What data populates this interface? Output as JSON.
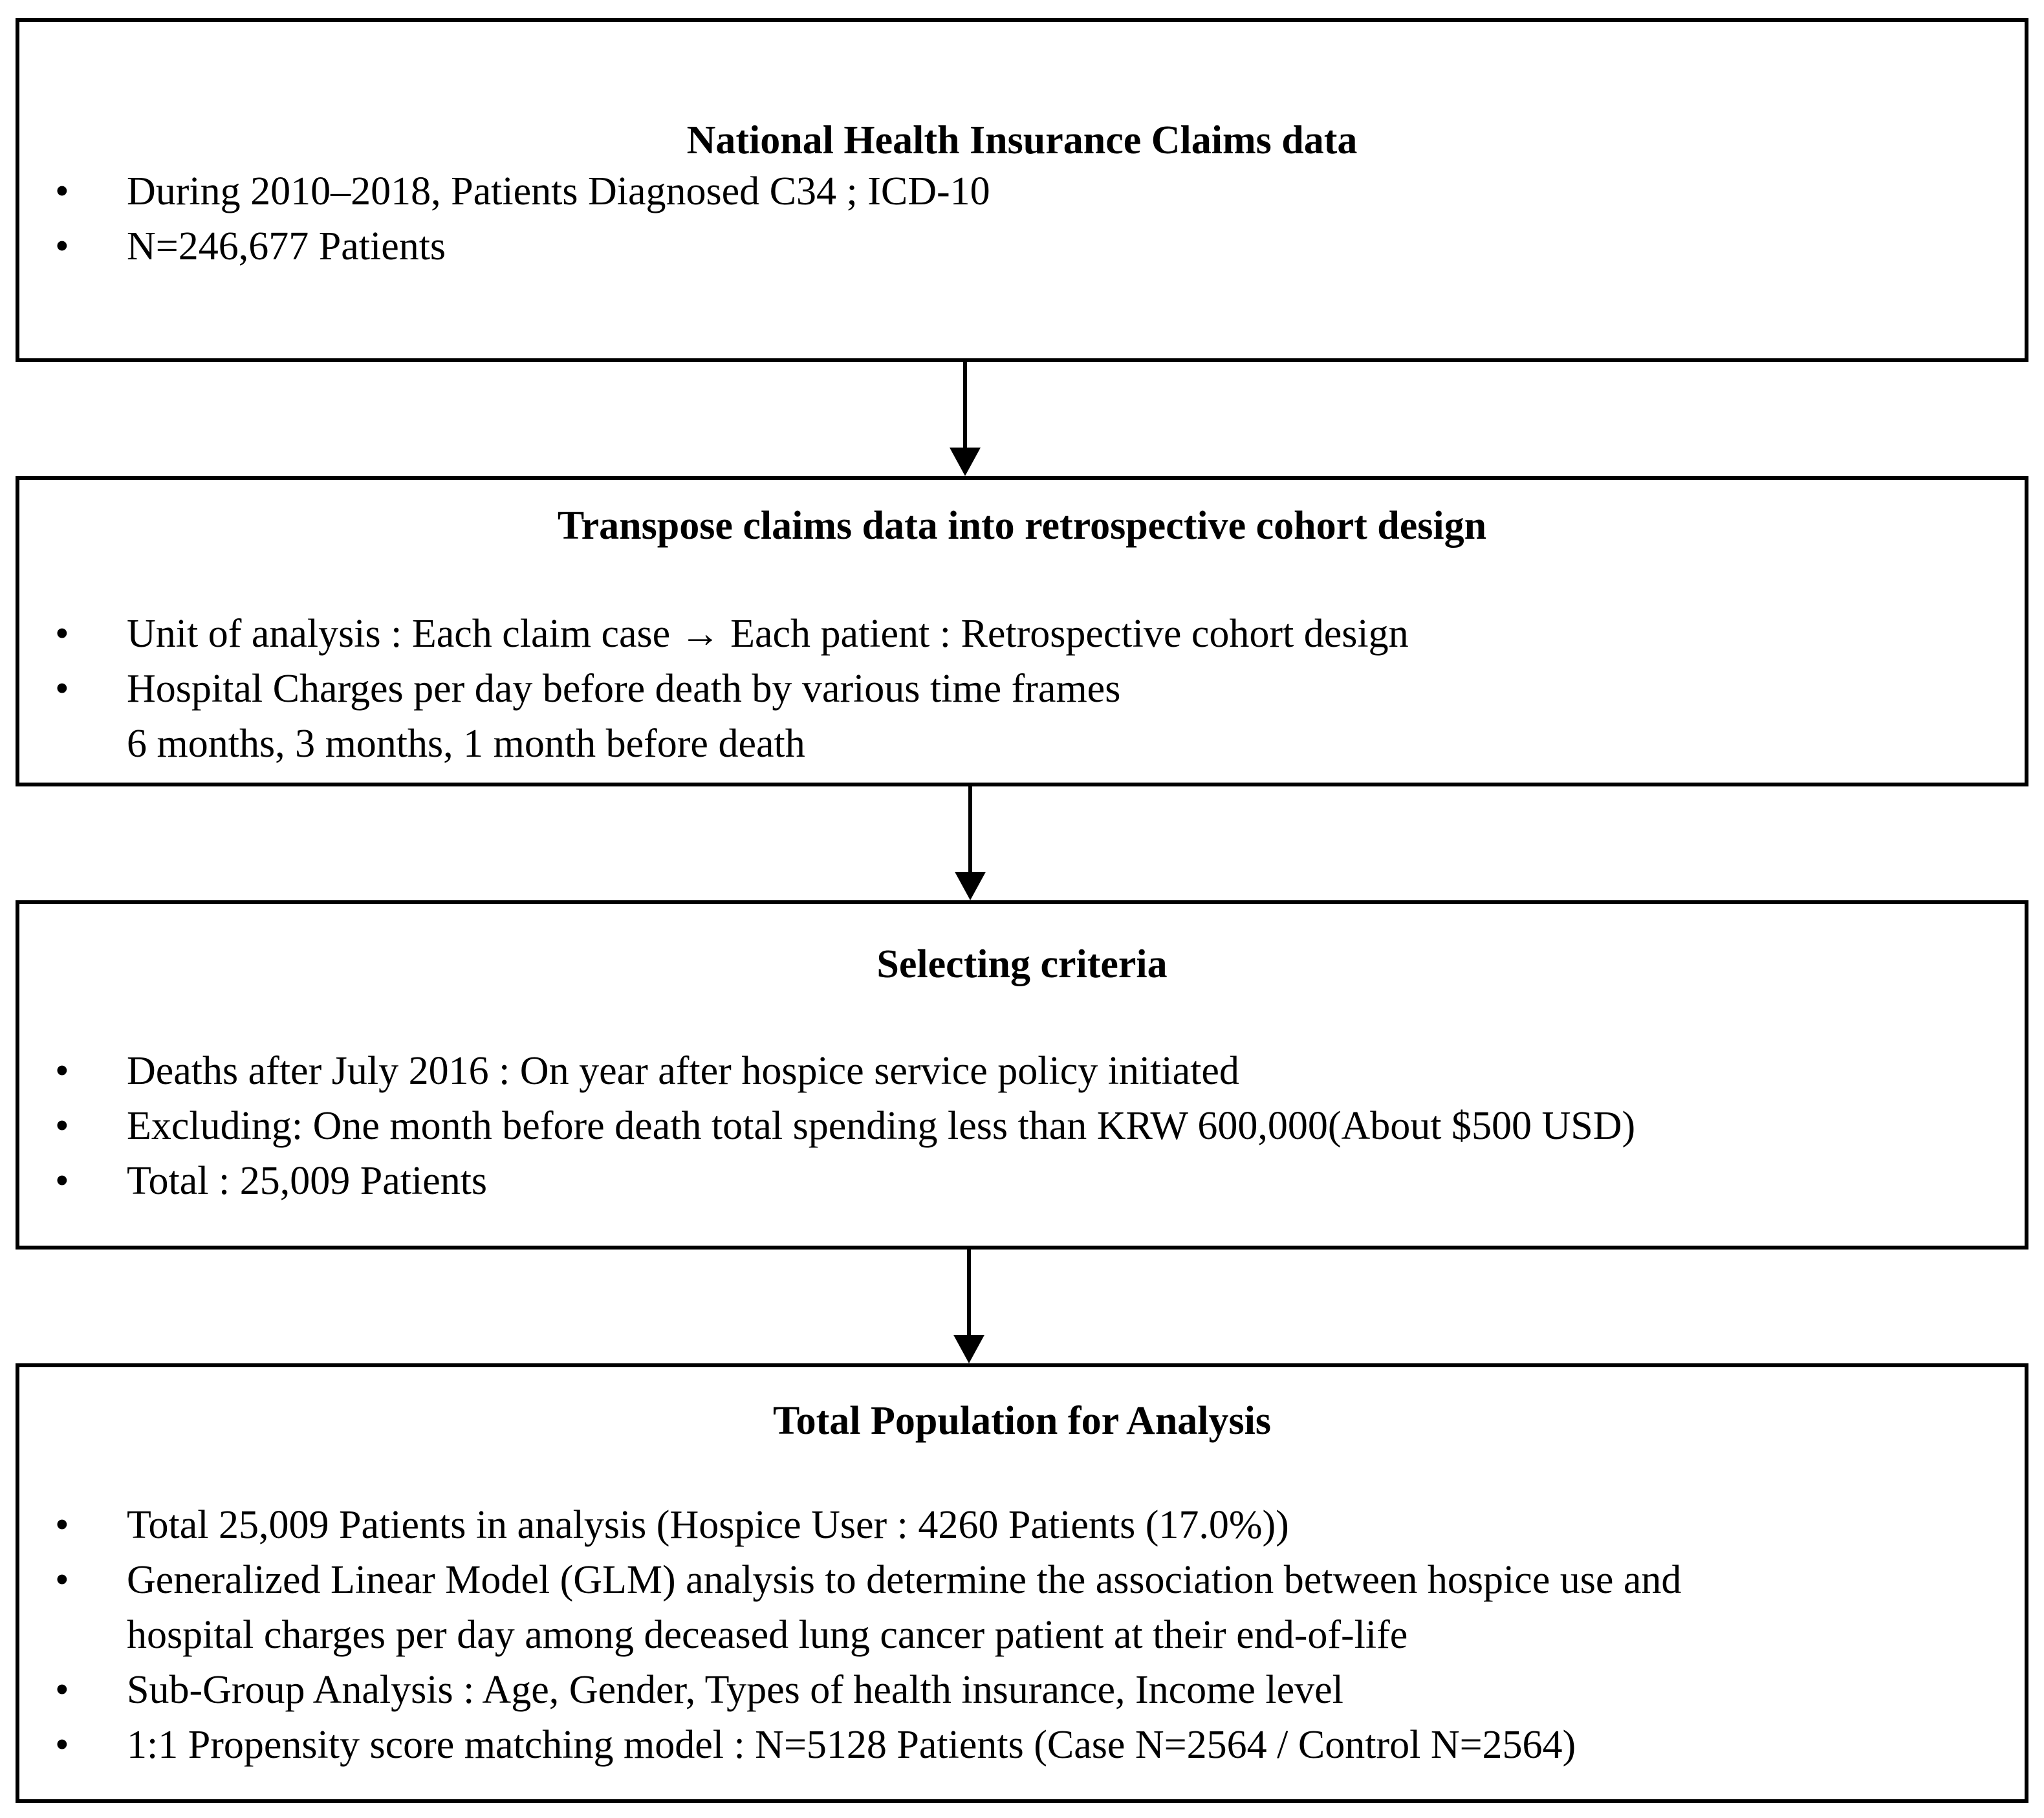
{
  "boxes": [
    {
      "title": "National Health Insurance Claims data",
      "items": [
        [
          "During 2010–2018, Patients Diagnosed C34 ; ICD-10"
        ],
        [
          "N=246,677 Patients"
        ]
      ]
    },
    {
      "title": "Transpose claims data into retrospective cohort design",
      "items": [
        [
          "Unit of analysis : Each claim case → Each patient : Retrospective cohort design"
        ],
        [
          "Hospital Charges per day before death by various time frames",
          "6 months, 3 months, 1 month before death"
        ]
      ]
    },
    {
      "title": "Selecting criteria",
      "items": [
        [
          "Deaths after July 2016 : On year after hospice service policy initiated"
        ],
        [
          "Excluding: One month before death total spending less than KRW 600,000(About $500 USD)"
        ],
        [
          "Total : 25,009 Patients"
        ]
      ]
    },
    {
      "title": "Total Population for Analysis",
      "items": [
        [
          "Total 25,009 Patients in analysis (Hospice User : 4260 Patients (17.0%))"
        ],
        [
          "Generalized Linear Model (GLM) analysis to determine the association between hospice use and",
          "hospital charges per day among deceased lung cancer patient at their end-of-life"
        ],
        [
          "Sub-Group Analysis : Age, Gender, Types of health insurance, Income level"
        ],
        [
          "1:1 Propensity score matching model : N=5128 Patients (Case N=2564 / Control N=2564)"
        ]
      ]
    }
  ],
  "bullet_symbol": "•"
}
